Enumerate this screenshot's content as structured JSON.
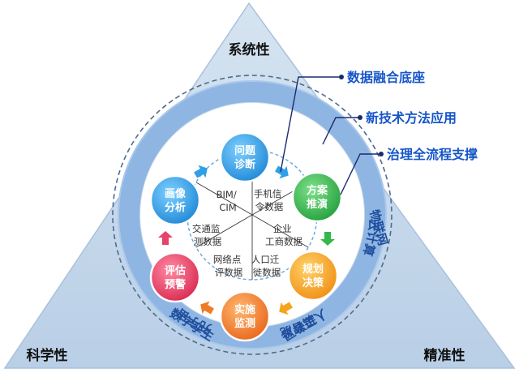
{
  "corners": {
    "top": "系统性",
    "bottom_left": "科学性",
    "bottom_right": "精准性"
  },
  "callouts": {
    "data_foundation": "数据融合底座",
    "new_tech": "新技术方法应用",
    "governance": "治理全流程支撑"
  },
  "ring_labels": {
    "ai": "人工智能",
    "metaverse": "元宇宙",
    "iot": "物联网",
    "blockchain": "区块链",
    "digital_twin": "数字孪生",
    "cloud": "云计算"
  },
  "nodes": {
    "diagnosis": [
      "问题",
      "诊断"
    ],
    "plan": [
      "方案",
      "推演"
    ],
    "decision": [
      "规划",
      "决策"
    ],
    "monitor": [
      "实施",
      "监测"
    ],
    "warning": [
      "评估",
      "预警"
    ],
    "portrait": [
      "画像",
      "分析"
    ]
  },
  "sectors": {
    "bim": [
      "BIM/",
      "CIM"
    ],
    "phone": [
      "手机信",
      "令数据"
    ],
    "enterprise": [
      "企业",
      "工商数据"
    ],
    "migration": [
      "人口迁",
      "徙数据"
    ],
    "poi": [
      "网络点",
      "评数据"
    ],
    "traffic": [
      "交通监",
      "测数据"
    ]
  },
  "colors": {
    "triangle": "#c5d8ea",
    "ring": "#8fb5e3",
    "disc": "#ffffff",
    "diagnosis": "#2f9fe6",
    "plan": "#33b84b",
    "decision": "#f5a31b",
    "monitor": "#f07b22",
    "warning": "#e8416a",
    "portrait": "#2f9fe6",
    "callout": "#1656c8"
  }
}
